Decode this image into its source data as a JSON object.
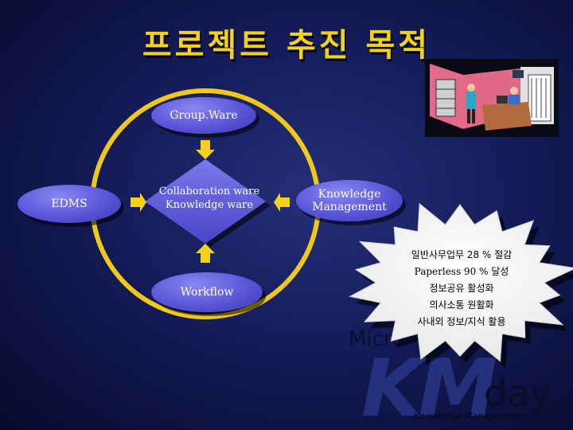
{
  "title": "프로젝트 추진 목적",
  "nodes": {
    "groupware": "Group.Ware",
    "edms": "EDMS",
    "collab_line1": "Collaboration ware",
    "collab_line2": "Knowledge ware",
    "km_line1": "Knowledge",
    "km_line2": "Management",
    "workflow": "Workflow"
  },
  "callout": [
    "일반사무업무 28 % 절감",
    "Paperless 90 % 달성",
    "정보공유 활성화",
    "의사소통 원활화",
    "사내외 정보/지식 활용"
  ],
  "watermark": {
    "micro": "Micro",
    "km": "KM",
    "day": "day",
    "tagline": "Knowledge Management"
  },
  "colors": {
    "title": "#f5d21a",
    "circle": "#f0c81c",
    "oval": "#5a55d8",
    "diamond": "#6b67e0",
    "arrow": "#f5d21a"
  },
  "icons": [
    "office-clipart"
  ]
}
